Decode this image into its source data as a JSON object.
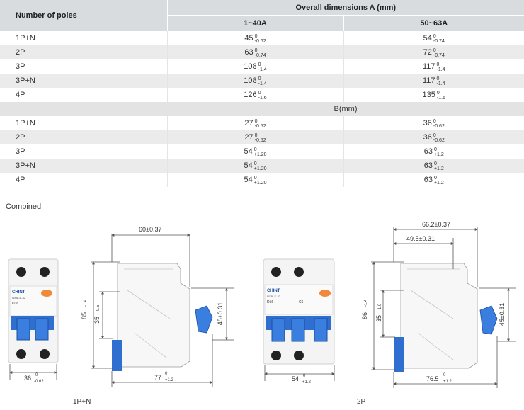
{
  "table": {
    "header_poles": "Number of poles",
    "header_group": "Overall dimensions A (mm)",
    "col1": "1~40A",
    "col2": "50~63A",
    "a_rows": [
      {
        "pole": "1P+N",
        "v1": "45",
        "u1": "0",
        "l1": "-0.62",
        "v2": "54",
        "u2": "0",
        "l2": "-0.74"
      },
      {
        "pole": "2P",
        "v1": "63",
        "u1": "0",
        "l1": "-0.74",
        "v2": "72",
        "u2": "0",
        "l2": "-0.74"
      },
      {
        "pole": "3P",
        "v1": "108",
        "u1": "0",
        "l1": "-1.4",
        "v2": "117",
        "u2": "0",
        "l2": "-1.4"
      },
      {
        "pole": "3P+N",
        "v1": "108",
        "u1": "0",
        "l1": "-1.4",
        "v2": "117",
        "u2": "0",
        "l2": "-1.4"
      },
      {
        "pole": "4P",
        "v1": "126",
        "u1": "0",
        "l1": "-1.6",
        "v2": "135",
        "u2": "0",
        "l2": "-1.6"
      }
    ],
    "b_label": "B(mm)",
    "b_rows": [
      {
        "pole": "1P+N",
        "v1": "27",
        "u1": "0",
        "l1": "-0.52",
        "v2": "36",
        "u2": "0",
        "l2": "-0.62"
      },
      {
        "pole": "2P",
        "v1": "27",
        "u1": "0",
        "l1": "-0.52",
        "v2": "36",
        "u2": "0",
        "l2": "-0.62"
      },
      {
        "pole": "3P",
        "v1": "54",
        "u1": "0",
        "l1": "+1.20",
        "v2": "63",
        "u2": "0",
        "l2": "+1.2"
      },
      {
        "pole": "3P+N",
        "v1": "54",
        "u1": "0",
        "l1": "+1.20",
        "v2": "63",
        "u2": "0",
        "l2": "+1.2"
      },
      {
        "pole": "4P",
        "v1": "54",
        "u1": "0",
        "l1": "+1.20",
        "v2": "63",
        "u2": "0",
        "l2": "+1.2"
      }
    ]
  },
  "combined_label": "Combined",
  "drawing_1p": {
    "brand": "CHINT",
    "model": "NXBLE-32",
    "rating": "D16",
    "width_v": "36",
    "width_u": "0",
    "width_l": "-0.62",
    "top_dim": "60±0.37",
    "height_v": "85",
    "height_l": "-1.4",
    "height_u": "0",
    "mid_v": "35",
    "mid_l": "-0.5",
    "mid_u": "0",
    "right_dim": "45±0.31",
    "bottom_v": "77",
    "bottom_u": "0",
    "bottom_l": "+1.2",
    "caption": "1P+N"
  },
  "drawing_2p": {
    "brand": "CHINT",
    "model": "NXBLE-32",
    "rating": "D16",
    "rating2": "C6",
    "width_v": "54",
    "width_u": "0",
    "width_l": "+1.2",
    "top_dim": "66.2±0.37",
    "top_dim2": "49.5±0.31",
    "height_v": "86",
    "height_l": "-1.4",
    "height_u": "0",
    "mid_v": "35",
    "mid_l": "-1.0",
    "mid_u": "0",
    "right_dim": "45±0.31",
    "bottom_v": "76.5",
    "bottom_u": "0",
    "bottom_l": "+1.2",
    "caption": "2P"
  },
  "colors": {
    "header": "#d9dcdf",
    "alt_row": "#ebebeb",
    "blue": "#2f6fd0",
    "orange": "#f08a3a",
    "line": "#555555"
  }
}
